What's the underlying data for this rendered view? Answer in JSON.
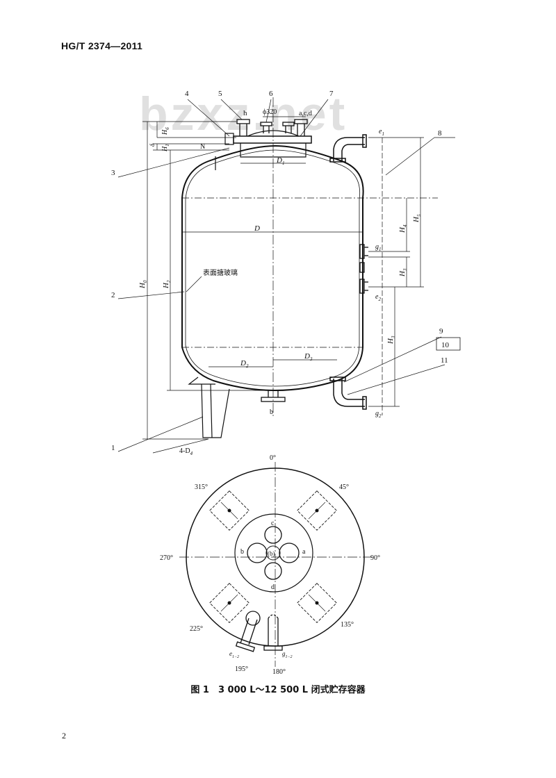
{
  "header": {
    "standard_code": "HG/T 2374—2011"
  },
  "watermark": "bzxz.net",
  "elevation": {
    "callouts": [
      "1",
      "2",
      "3",
      "4",
      "5",
      "6",
      "7",
      "8",
      "9",
      "10",
      "11"
    ],
    "dim_phi": "ϕ320",
    "nozzle_acd": "a,c,d",
    "label_h": "h",
    "label_N": "N",
    "label_b": "b",
    "label_e1": "e",
    "label_e2": "e",
    "label_g1": "g",
    "label_g2": "g",
    "sub_1": "1",
    "sub_2": "2",
    "D": "D",
    "D1": "D",
    "D2": "D",
    "D3": "D",
    "H0": "H",
    "H1": "H",
    "H2": "H",
    "H3": "H",
    "H4": "H",
    "H5": "H",
    "H6": "H",
    "delta": "δ",
    "sub_0": "0",
    "sub_3": "3",
    "sub_4": "4",
    "sub_5": "5",
    "sub_6": "6",
    "leg_label": "4-D",
    "glass_note": "表面搪玻璃"
  },
  "plan": {
    "angles": [
      "0°",
      "45°",
      "90°",
      "135°",
      "180°",
      "195°",
      "225°",
      "270°",
      "315°"
    ],
    "nozzles": {
      "a": "a",
      "b": "b",
      "b_center": "(b)",
      "c": "c",
      "d": "d"
    },
    "e12": "e",
    "g12": "g",
    "sub_12": "1−2"
  },
  "figure": {
    "caption": "图 1　3 000 L～12 500 L 闭式贮存容器"
  },
  "footer": {
    "page_number": "2"
  }
}
